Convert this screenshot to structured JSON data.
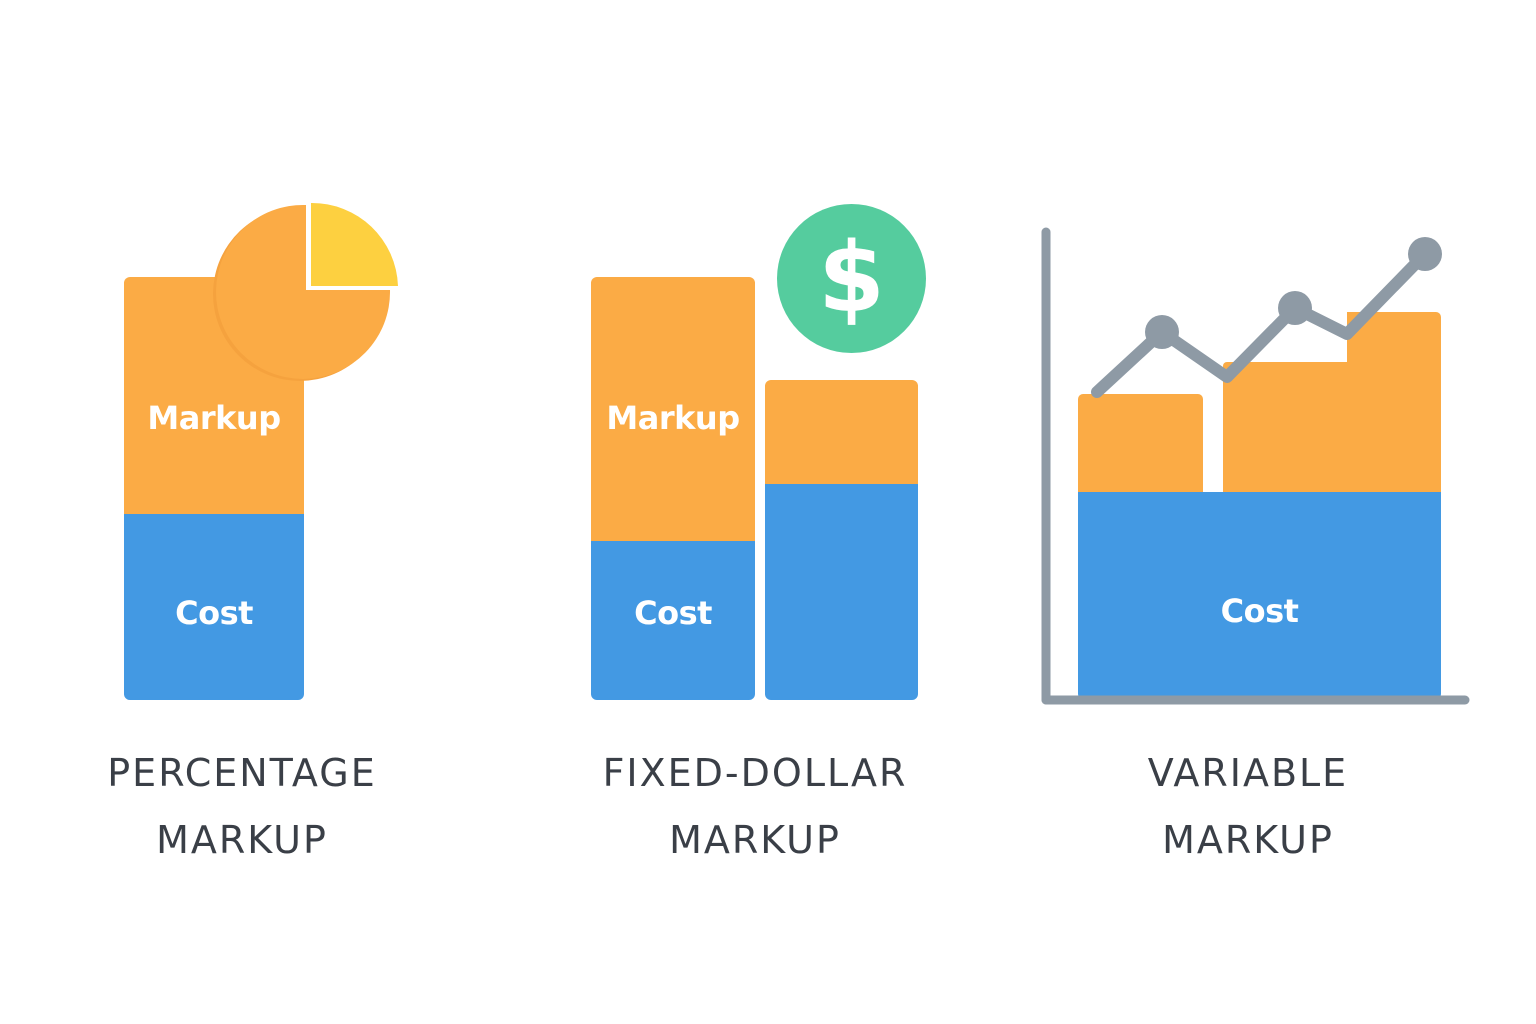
{
  "panels": [
    {
      "id": "percentage",
      "caption_line1": "PERCENTAGE",
      "caption_line2": "MARKUP",
      "icon": "pie-chart-icon",
      "bar": {
        "top_label": "Markup",
        "bottom_label": "Cost"
      }
    },
    {
      "id": "fixed-dollar",
      "caption_line1": "FIXED-DOLLAR",
      "caption_line2": "MARKUP",
      "icon": "dollar-coin-icon",
      "icon_glyph": "$",
      "bar": {
        "top_label": "Markup",
        "bottom_label": "Cost"
      }
    },
    {
      "id": "variable",
      "caption_line1": "VARIABLE",
      "caption_line2": "MARKUP",
      "icon": "line-trend-icon",
      "bar": {
        "bottom_label": "Cost"
      }
    }
  ],
  "colors": {
    "markup": "#fbab45",
    "cost": "#4399e3",
    "pie_slice": "#fdd040",
    "dollar_coin": "#55cc9e",
    "axis_and_line": "#8e9aa5",
    "caption_text": "#3a3f47"
  }
}
